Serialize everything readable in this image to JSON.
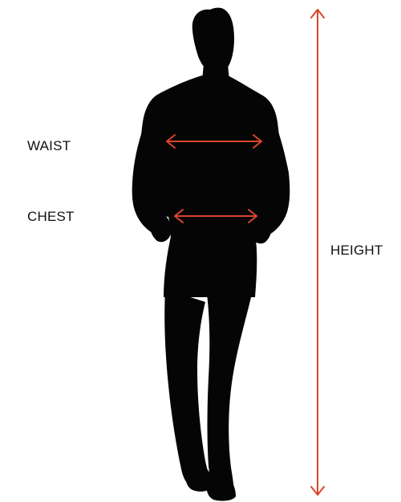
{
  "labels": {
    "waist": "WAIST",
    "chest": "CHEST",
    "height": "HEIGHT"
  },
  "colors": {
    "arrow": "#d9452b",
    "silhouette": "#050505",
    "background": "#ffffff",
    "text": "#111111"
  },
  "icons": {
    "figure": "person-silhouette-icon"
  }
}
